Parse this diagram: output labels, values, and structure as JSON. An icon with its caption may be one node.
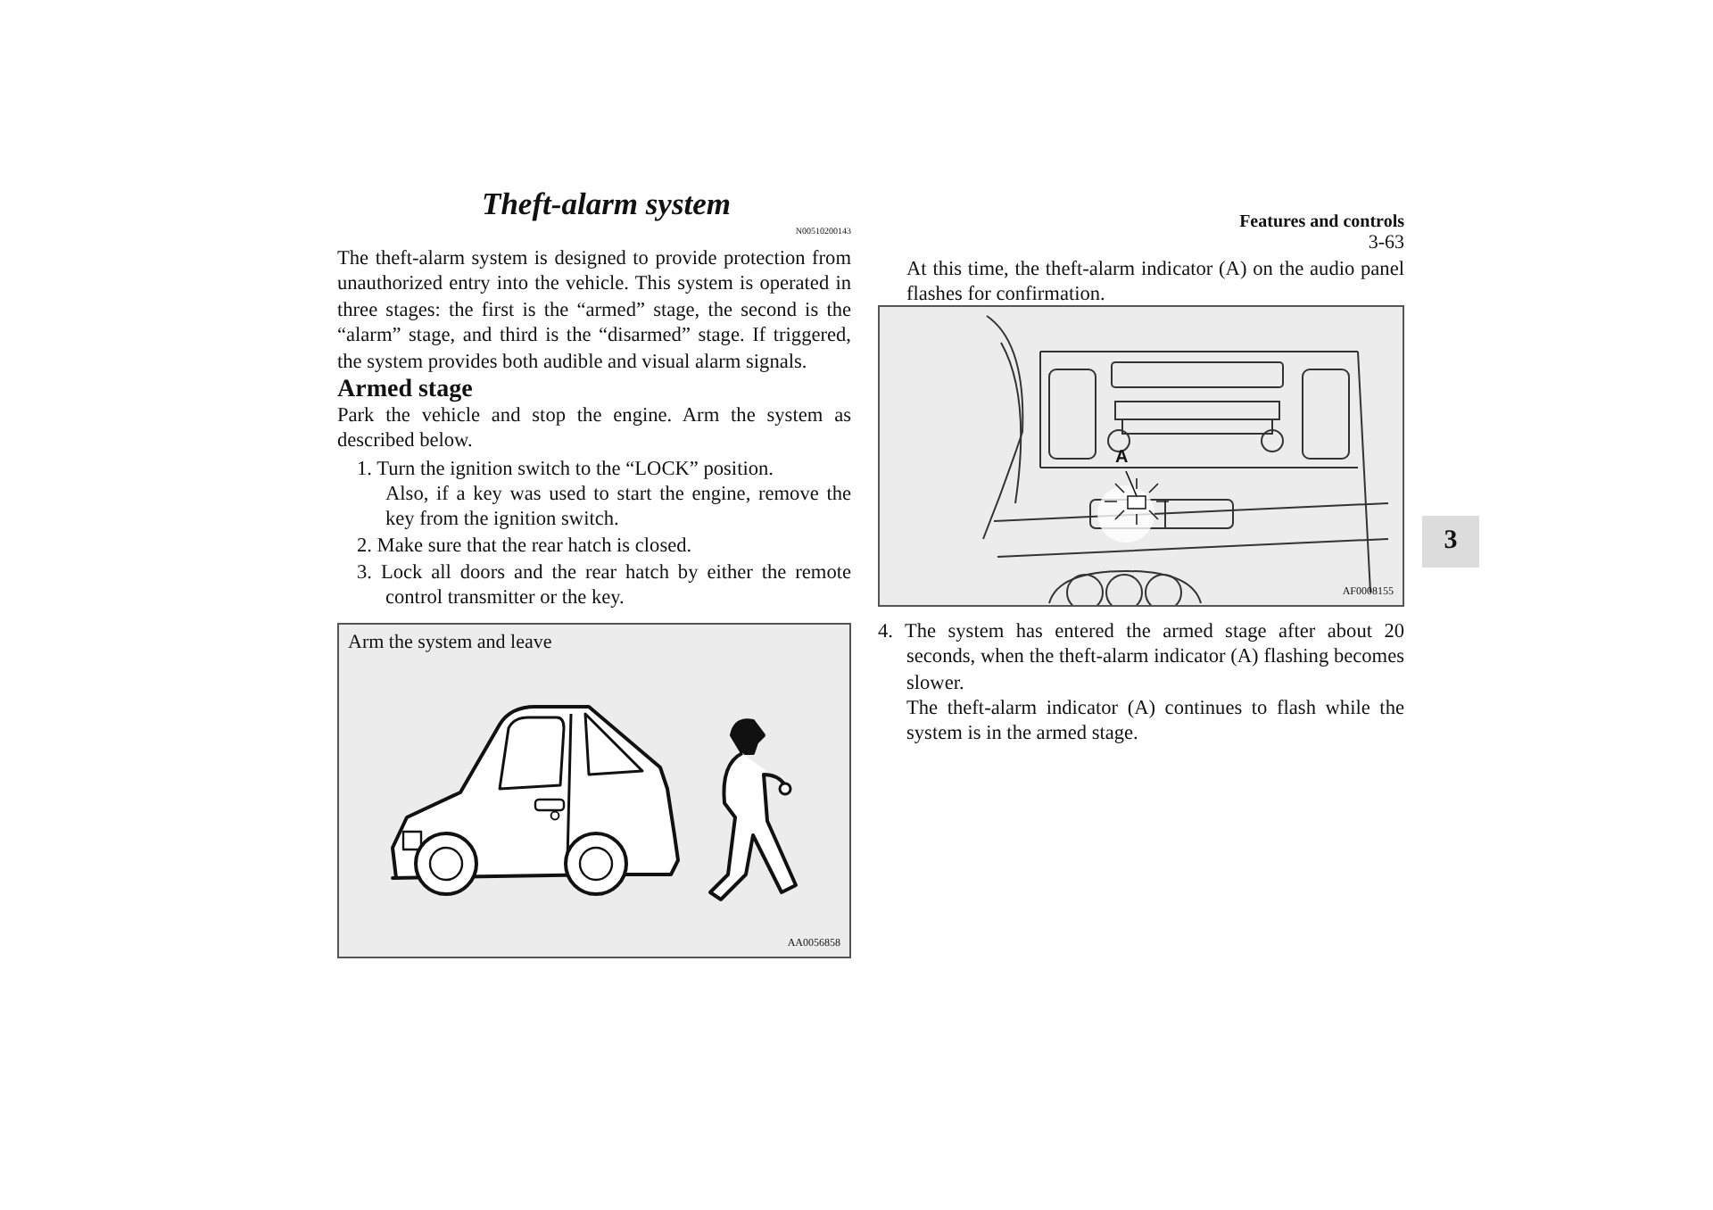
{
  "diagram": {
    "title": "Theft-alarm system",
    "nodes": [
      {
        "text": [
          "Arm the system and leave",
          "AA0056858"
        ]
      },
      {
        "text": [
          "AF0008155"
        ]
      },
      {
        "text": [
          "A"
        ],
        "in": 1
      },
      {
        "text": [],
        "shape": "box",
        "in": 1
      }
    ],
    "edges": [
      {
        "from": 2,
        "to": 3,
        "arrow": "none"
      }
    ],
    "labels": [
      "Features and controls",
      "3-63",
      "3",
      "N00510200143",
      "The theft-alarm system is designed to provide protection from unauthorized entry into the vehicle. This system is operated in three stages: the first is the “armed” stage, the second is the “alarm” stage, and third is the “disarmed” stage. If triggered, the system provides both audible and visual alarm signals.",
      "Armed stage",
      "Park the vehicle and stop the engine. Arm the system as described below.",
      "1. Turn the ignition switch to the “LOCK” position.",
      "Also, if a key was used to start the engine, remove the key from the ignition switch.",
      "2. Make sure that the rear hatch is closed.",
      "3. Lock all doors and the rear hatch by either the remote control transmitter or the key.",
      "At this time, the theft-alarm indicator (A) on the audio panel flashes for confirmation.",
      "4. The system has entered the armed stage after about 20 seconds, when the theft-alarm indicator (A) flashing becomes slower.",
      "The theft-alarm indicator (A) continues to flash while the system is in the armed stage."
    ]
  }
}
